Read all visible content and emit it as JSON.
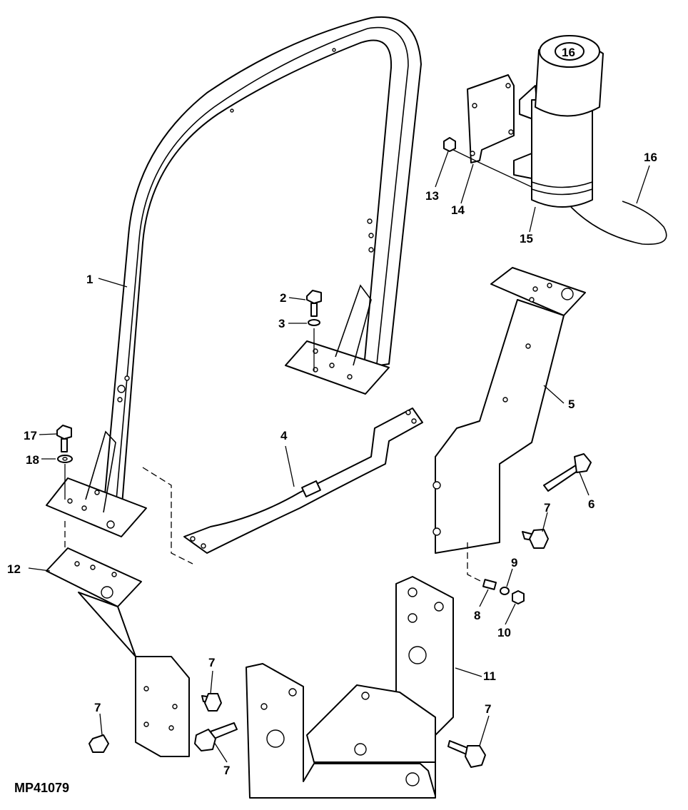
{
  "figure_id": "MP41079",
  "callouts": {
    "c1": "1",
    "c2": "2",
    "c3": "3",
    "c4": "4",
    "c5": "5",
    "c6": "6",
    "c7a": "7",
    "c7b": "7",
    "c7c": "7",
    "c7d": "7",
    "c7e": "7",
    "c8": "8",
    "c9": "9",
    "c10": "10",
    "c11": "11",
    "c12": "12",
    "c13": "13",
    "c14": "14",
    "c15": "15",
    "c16": "16",
    "c17": "17",
    "c18": "18"
  },
  "beacon_badge_text": "16"
}
